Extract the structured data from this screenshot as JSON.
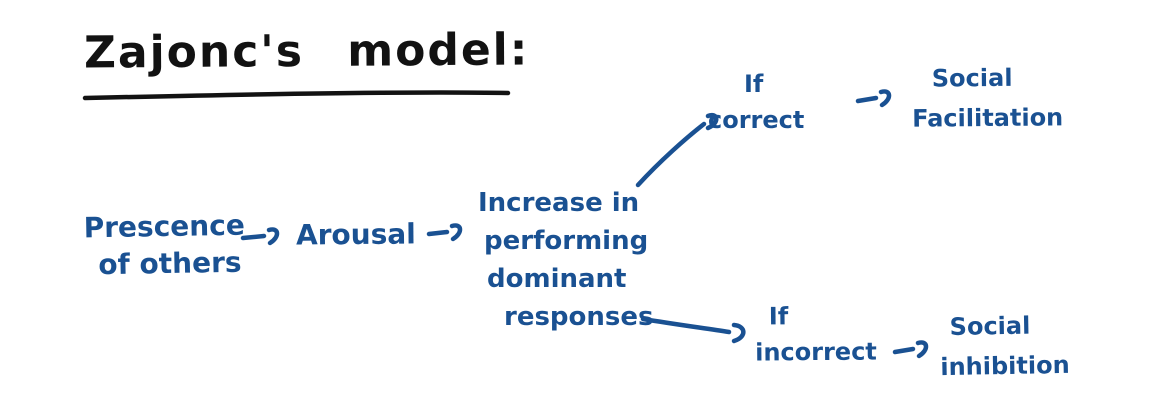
{
  "title": {
    "text": "Zajonc's model:"
  },
  "colors": {
    "ink_black": "#131313",
    "ink_blue": "#1a5192",
    "background": "#ffffff"
  },
  "nodes": {
    "presence": {
      "lines": [
        "Prescence",
        "of others"
      ]
    },
    "arousal": {
      "label": "Arousal"
    },
    "dominant_response": {
      "lines": [
        "Increase in",
        "performing",
        "dominant",
        "responses"
      ]
    },
    "if_correct": {
      "lines": [
        "If",
        "correct"
      ]
    },
    "social_facilitation": {
      "lines": [
        "Social",
        "Facilitation"
      ]
    },
    "if_incorrect": {
      "lines": [
        "If",
        "incorrect"
      ]
    },
    "social_inhibition": {
      "lines": [
        "Social",
        "inhibition"
      ]
    }
  },
  "edges": [
    {
      "from": "presence",
      "to": "arousal",
      "type": "arrow"
    },
    {
      "from": "arousal",
      "to": "dominant_response",
      "type": "arrow"
    },
    {
      "from": "dominant_response",
      "to": "if_correct",
      "type": "arrow-diagonal-up"
    },
    {
      "from": "if_correct",
      "to": "social_facilitation",
      "type": "arrow"
    },
    {
      "from": "dominant_response",
      "to": "if_incorrect",
      "type": "arrow-long-down"
    },
    {
      "from": "if_incorrect",
      "to": "social_inhibition",
      "type": "arrow"
    }
  ]
}
